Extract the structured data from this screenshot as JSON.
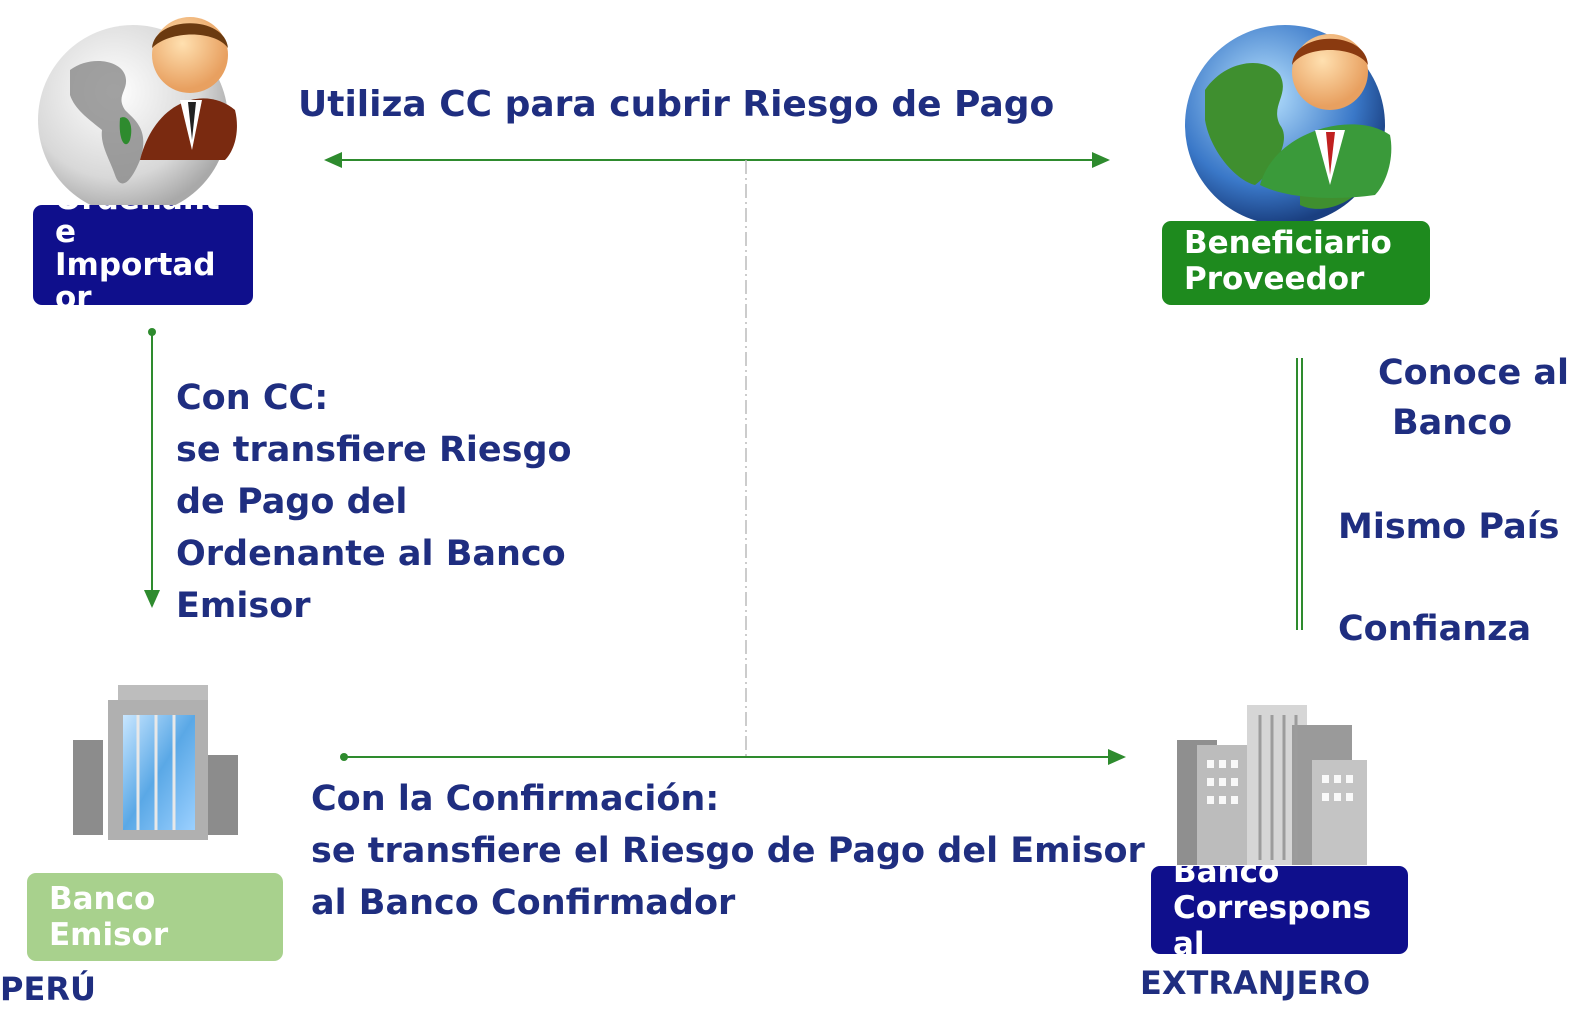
{
  "top_arrow_text": "Utiliza CC para cubrir Riesgo de Pago",
  "left_text": {
    "lines": [
      "Con CC:",
      "se transfiere Riesgo",
      "de Pago del",
      "Ordenante al Banco",
      "Emisor"
    ]
  },
  "right_text": {
    "conoce": [
      "Conoce al",
      "Banco"
    ],
    "mismo_pais": "Mismo País",
    "confianza": "Confianza"
  },
  "bottom_text": {
    "lines": [
      "Con la Confirmación:",
      "se transfiere el Riesgo de Pago del Emisor",
      "al Banco Confirmador"
    ]
  },
  "labels": {
    "ordenante": [
      "Ordenant",
      "e",
      "Importad",
      "or"
    ],
    "beneficiario": [
      "Beneficiario",
      "Proveedor"
    ],
    "banco_emisor": [
      "Banco",
      "Emisor"
    ],
    "banco_corresponsal": [
      "Banco",
      "Correspons",
      "al"
    ]
  },
  "places": {
    "peru": "PERÚ",
    "extranjero": "EXTRANJERO"
  },
  "icons": {
    "ordenante": "person-globe-americas-icon",
    "beneficiario": "person-globe-world-icon",
    "banco_emisor": "bank-building-icon",
    "banco_corresponsal": "city-buildings-icon"
  },
  "colors": {
    "text": "#1f2e80",
    "arrow": "#2e8b2e",
    "navy_box": "#0f0f8c",
    "green_box": "#1e8a1e",
    "lightgreen_box": "#a8d18d"
  }
}
